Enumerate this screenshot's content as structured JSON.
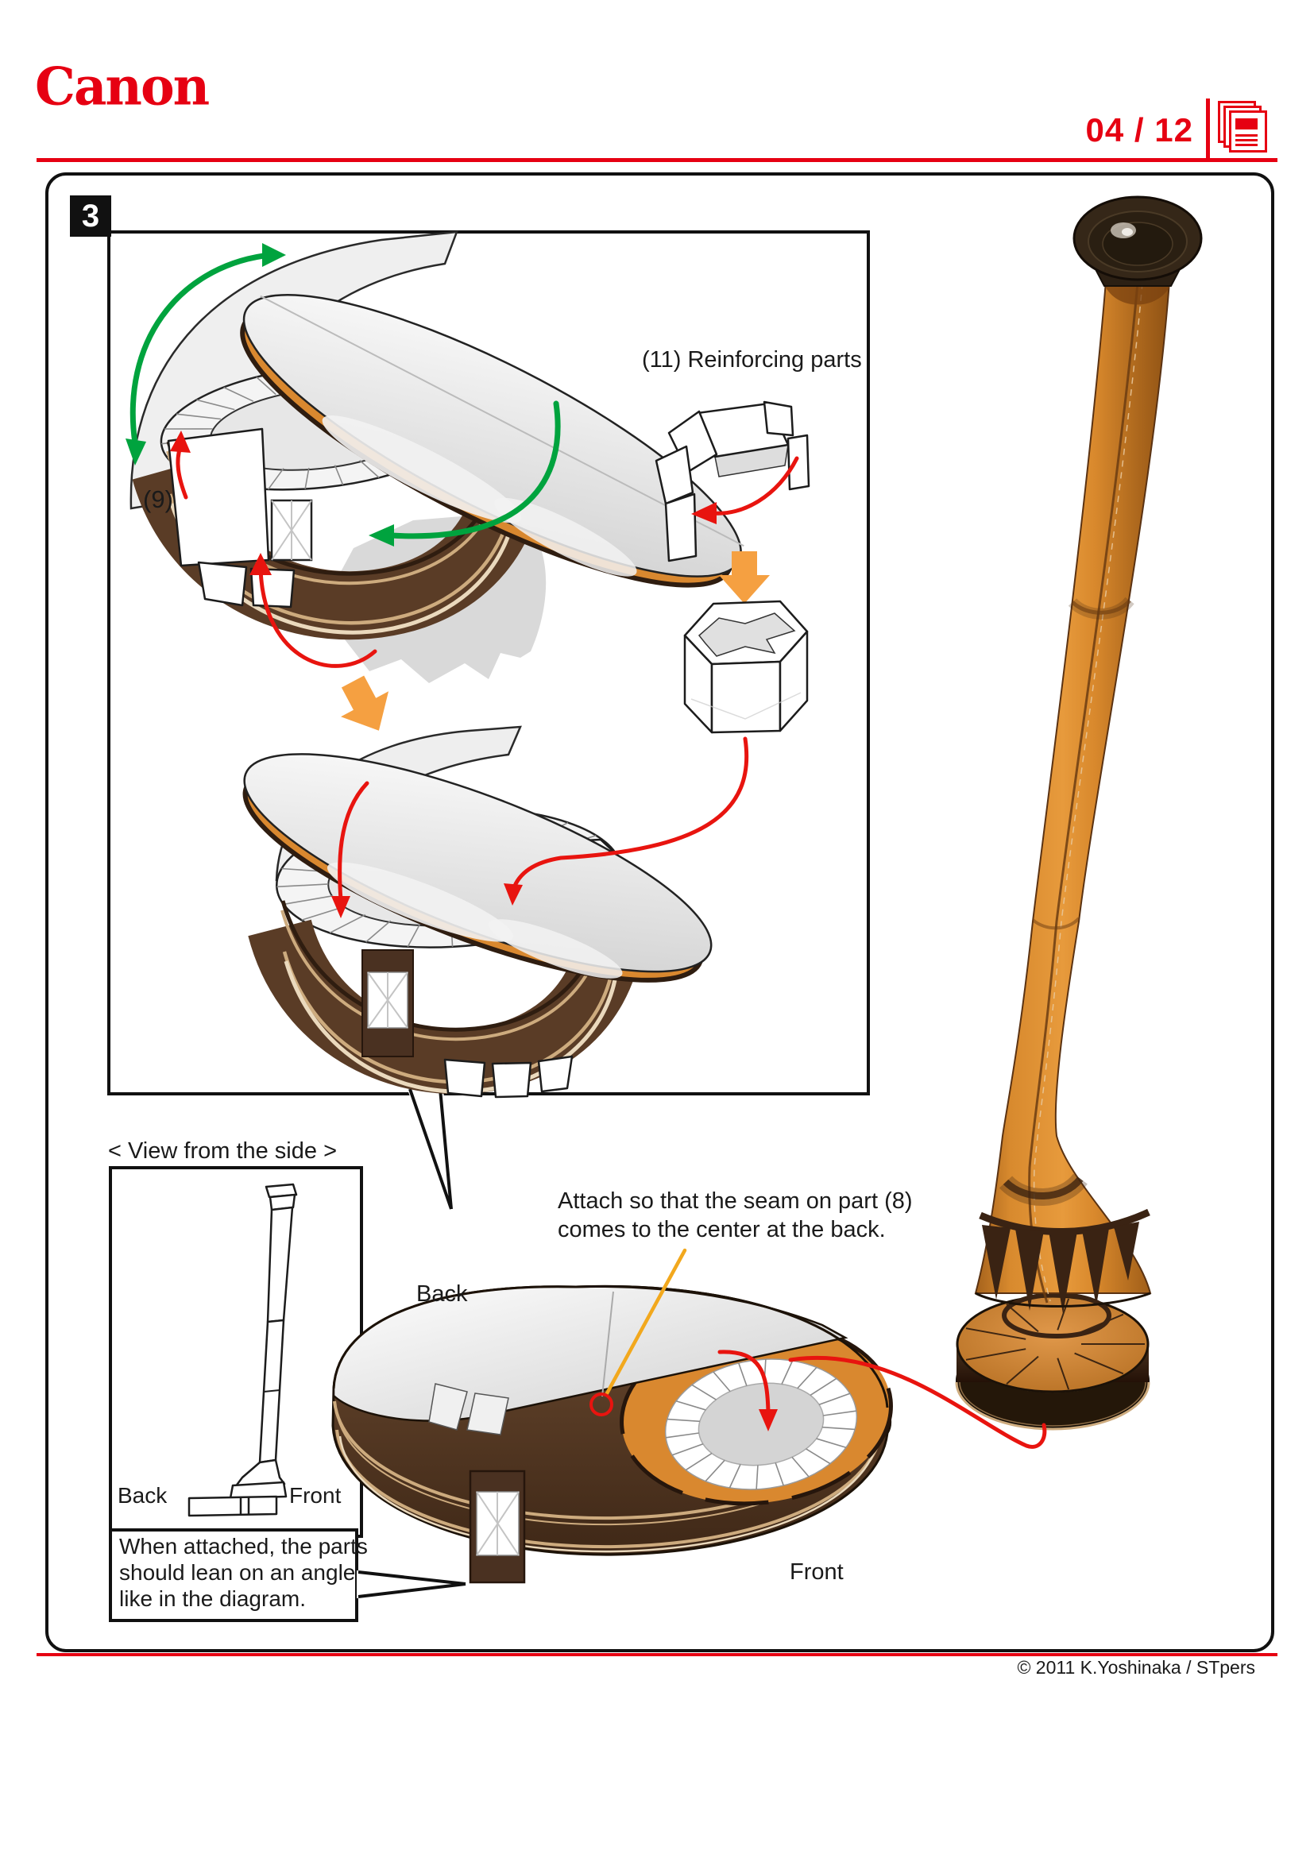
{
  "header": {
    "brand": "Canon",
    "page_number": "04 / 12",
    "pages_icon": "stacked-pages-icon"
  },
  "step": {
    "number": "3"
  },
  "diagram": {
    "reinforcing_label": "(11) Reinforcing parts",
    "part_label": "(9)"
  },
  "side_view": {
    "title": "< View from the side >",
    "back_label": "Back",
    "front_label": "Front",
    "note_lines": [
      "When attached, the parts",
      "should lean on an angle",
      "like in the diagram."
    ]
  },
  "attachment": {
    "note_lines": [
      "Attach so that the seam on part (8)",
      "comes to the center at the back."
    ],
    "back_label": "Back",
    "front_label": "Front"
  },
  "footer": {
    "copyright": "© 2011 K.Yoshinaka / STpers"
  },
  "colors": {
    "canon_red": "#e60012",
    "arrow_red": "#e8140f",
    "arrow_green": "#00a33e",
    "arrow_orange": "#f5a041",
    "callout_yellow": "#f2a81d",
    "band_brown": "#5a3c26",
    "band_trim": "#cdab7e",
    "paper_orange": "#d9882f"
  }
}
